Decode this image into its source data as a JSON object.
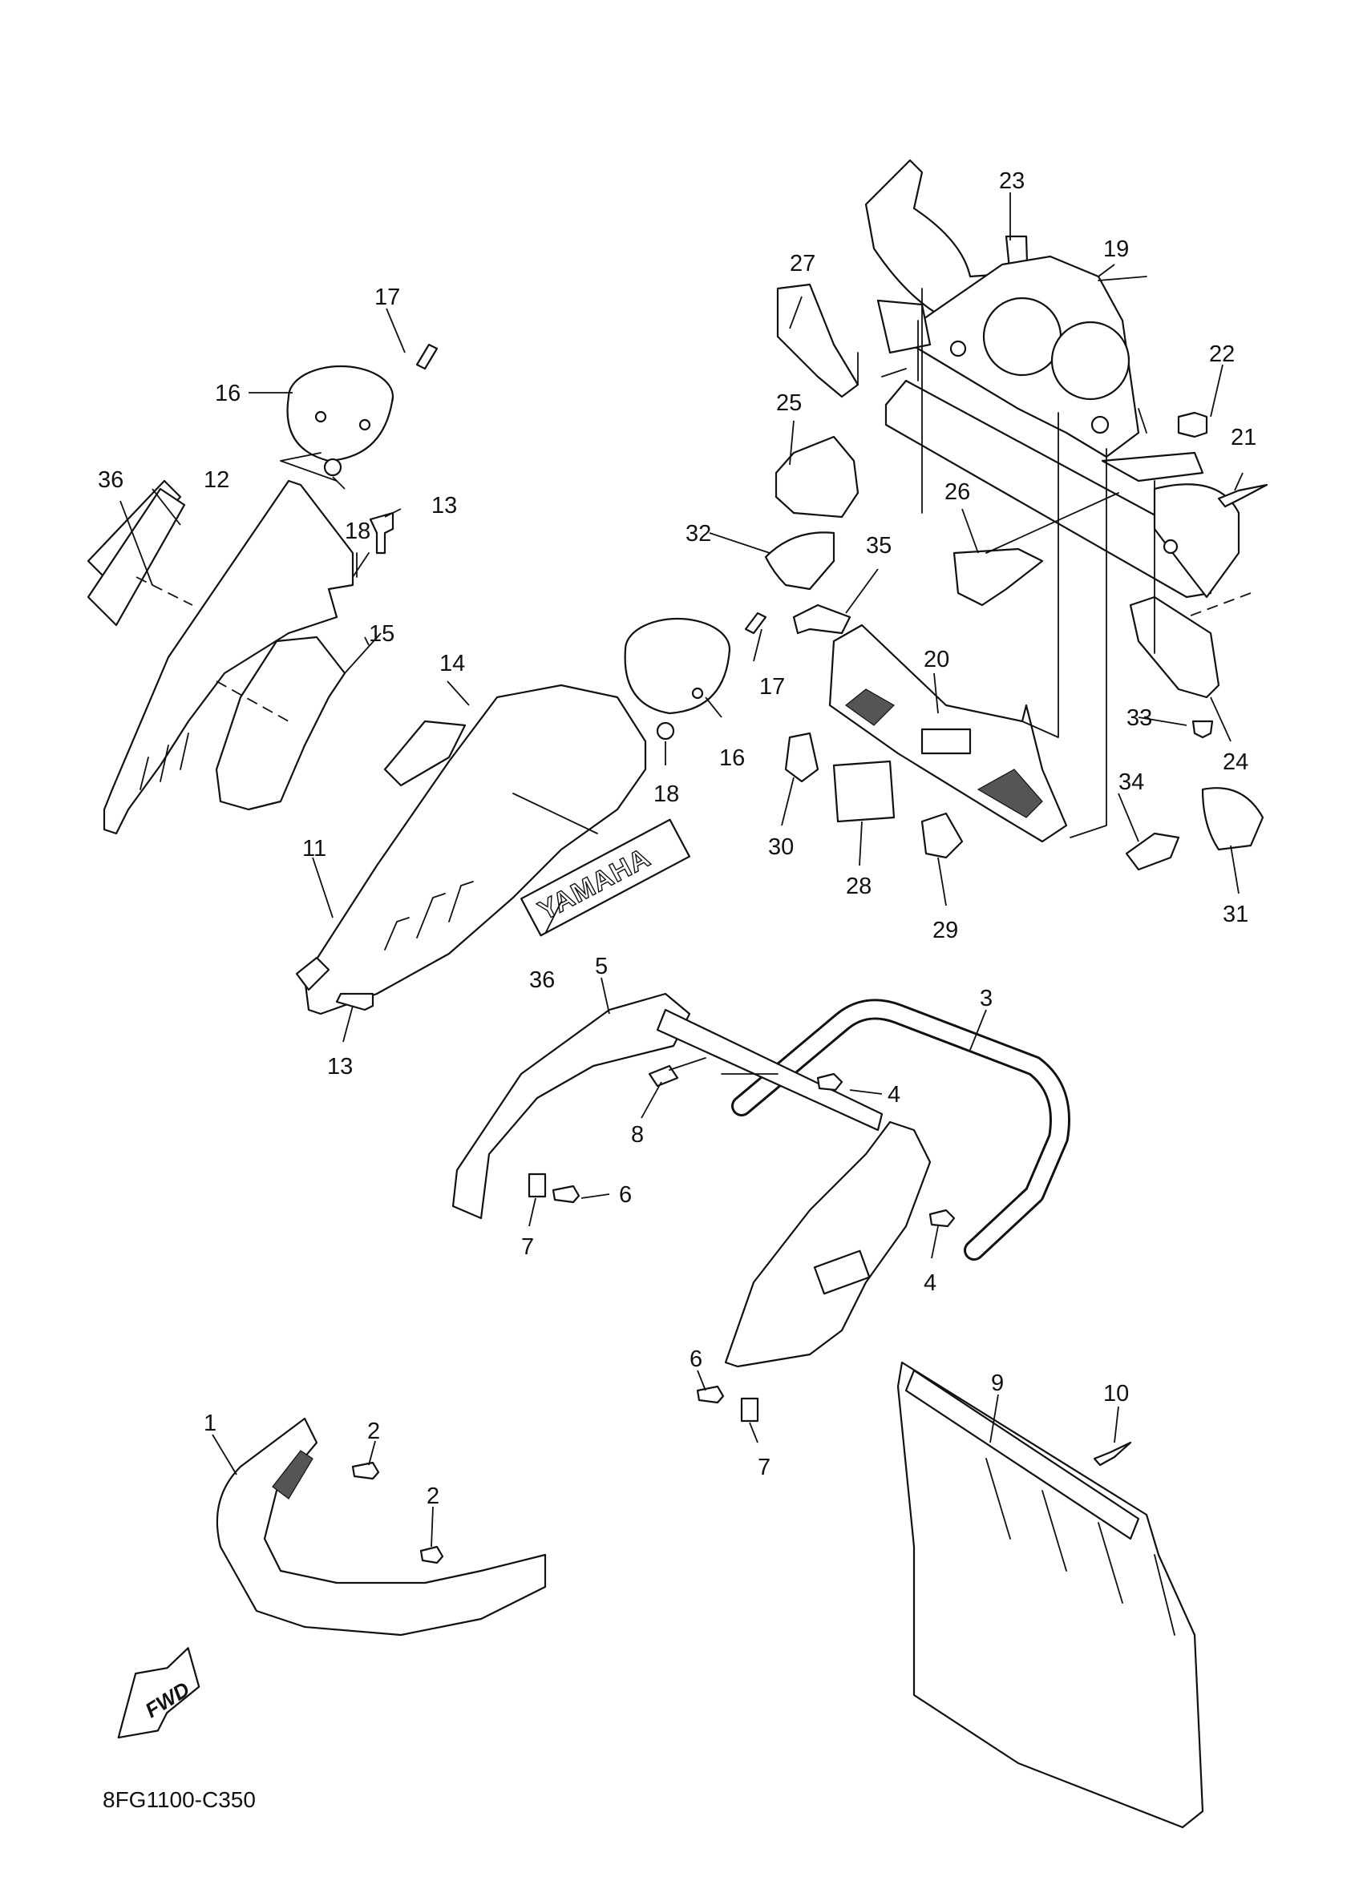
{
  "diagram": {
    "code": "8FG1100-C350",
    "direction_label": "FWD",
    "decal_text": "YAMAHA",
    "callouts": [
      "1",
      "2",
      "2",
      "3",
      "4",
      "4",
      "5",
      "6",
      "6",
      "7",
      "7",
      "8",
      "9",
      "10",
      "11",
      "12",
      "13",
      "13",
      "14",
      "15",
      "16",
      "16",
      "17",
      "17",
      "18",
      "18",
      "19",
      "20",
      "21",
      "22",
      "23",
      "24",
      "25",
      "26",
      "27",
      "28",
      "29",
      "30",
      "31",
      "32",
      "33",
      "34",
      "35",
      "36",
      "36"
    ]
  }
}
